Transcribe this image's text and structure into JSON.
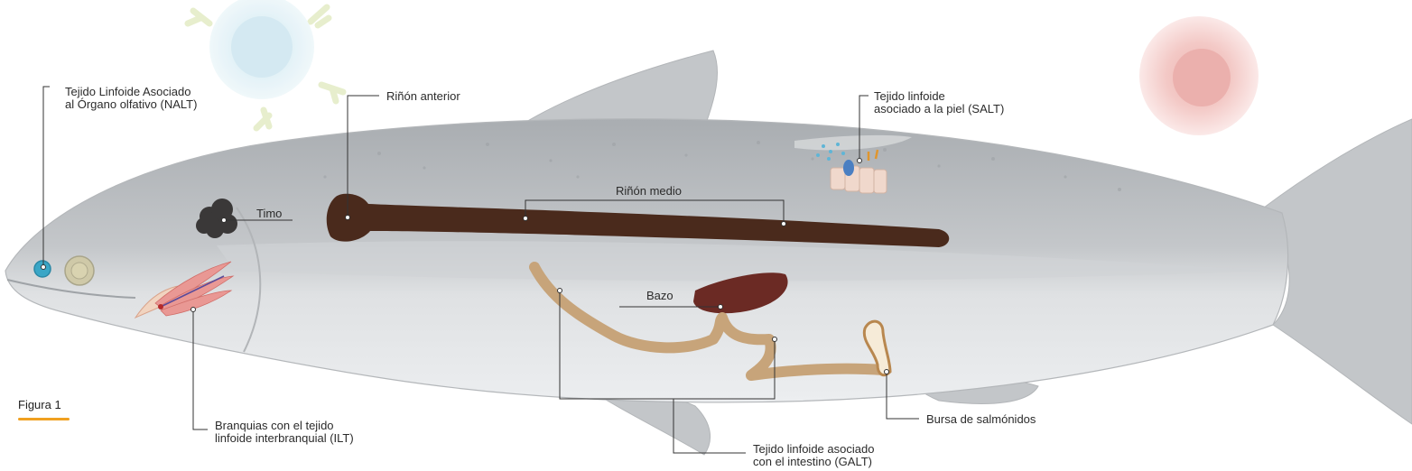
{
  "figure": {
    "caption": "Figura 1"
  },
  "labels": {
    "nalt": [
      "Tejido Linfoide Asociado",
      "al Órgano olfativo (NALT)"
    ],
    "rinon_anterior": [
      "Riñón anterior"
    ],
    "salt": [
      "Tejido linfoide",
      "asociado a la piel (SALT)"
    ],
    "rinon_medio": [
      "Riñón medio"
    ],
    "timo": [
      "Timo"
    ],
    "bazo": [
      "Bazo"
    ],
    "ilt": [
      "Branquias con el tejido",
      "linfoide interbranquial (ILT)"
    ],
    "bursa": [
      "Bursa de salmónidos"
    ],
    "galt": [
      "Tejido linfoide asociado",
      "con el intestino (GALT)"
    ]
  },
  "colors": {
    "fish_back": "#b9bcbf",
    "fish_belly": "#e6e7e9",
    "fin": "#c4c7ca",
    "kidney": "#4a2a1c",
    "spleen": "#6b2a24",
    "thymus": "#3a3838",
    "gut": "#c7a47a",
    "gills": "#e58a86",
    "nalt": "#3aa6c6",
    "cell_blue": "#d9eef5",
    "cell_red": "#f5d5d3"
  }
}
